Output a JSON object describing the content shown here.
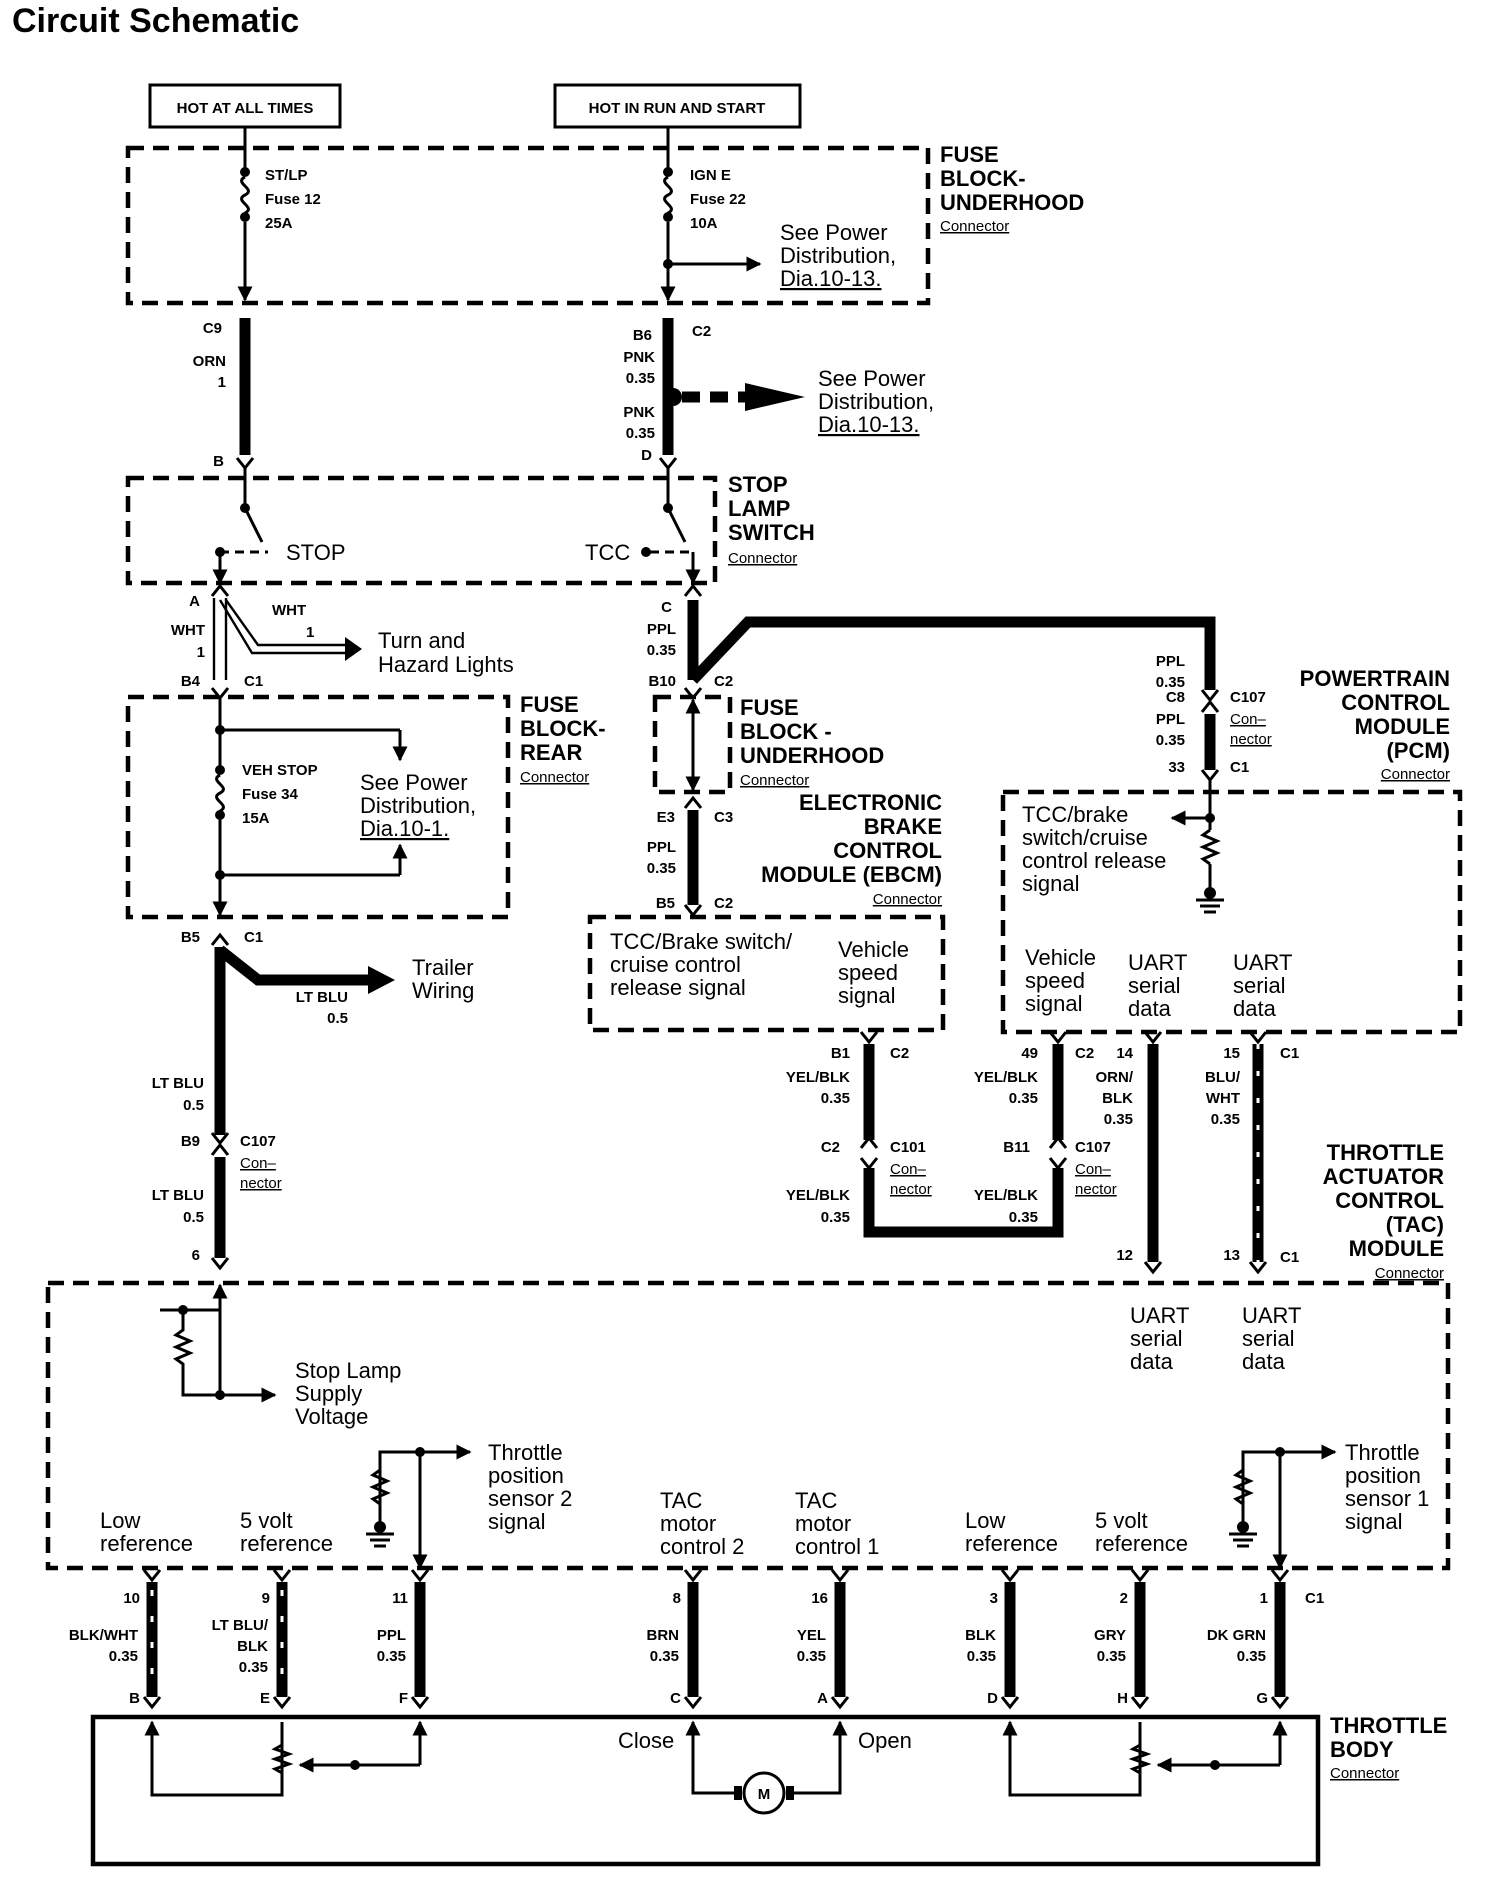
{
  "title": "Circuit Schematic",
  "power_sources": {
    "hot_all_times": "HOT AT ALL TIMES",
    "hot_run_start": "HOT IN RUN AND START"
  },
  "fuse_block_underhood": {
    "name": [
      "FUSE",
      "BLOCK-",
      "UNDERHOOD"
    ],
    "connector": "Connector",
    "fuse12": [
      "ST/LP",
      "Fuse 12",
      "25A"
    ],
    "fuse22": [
      "IGN E",
      "Fuse 22",
      "10A"
    ],
    "see_power": [
      "See Power",
      "Distribution,",
      "Dia.10-13."
    ]
  },
  "wires_top": {
    "c9": "C9",
    "orn": "ORN",
    "one": "1",
    "b": "B",
    "b6": "B6",
    "c2": "C2",
    "pnk": "PNK",
    "g035": "0.35",
    "d": "D",
    "see_power": [
      "See Power",
      "Distribution,",
      "Dia.10-13."
    ]
  },
  "stop_lamp_switch": {
    "name": [
      "STOP",
      "LAMP",
      "SWITCH"
    ],
    "connector": "Connector",
    "stop": "STOP",
    "tcc": "TCC"
  },
  "below_switch": {
    "a": "A",
    "wht": "WHT",
    "one": "1",
    "c": "C",
    "ppl": "PPL",
    "g035": "0.35",
    "b4": "B4",
    "c1": "C1",
    "b10": "B10",
    "c2": "C2",
    "turn_hazard": [
      "Turn and",
      "Hazard Lights"
    ]
  },
  "fuse_block_rear": {
    "name": [
      "FUSE",
      "BLOCK-",
      "REAR"
    ],
    "connector": "Connector",
    "fuse34": [
      "VEH STOP",
      "Fuse 34",
      "15A"
    ],
    "see_power": [
      "See Power",
      "Distribution,",
      "Dia.10-1."
    ],
    "b5": "B5",
    "c1": "C1"
  },
  "fuse_block_underhood2": {
    "name": [
      "FUSE",
      "BLOCK -",
      "UNDERHOOD"
    ],
    "connector": "Connector",
    "e3": "E3",
    "c3": "C3",
    "ppl": "PPL",
    "g035": "0.35",
    "b5": "B5",
    "c2": "C2"
  },
  "ebcm": {
    "name": [
      "ELECTRONIC",
      "BRAKE",
      "CONTROL",
      "MODULE (EBCM)"
    ],
    "connector": "Connector",
    "sig1": [
      "TCC/Brake switch/",
      "cruise control",
      "release signal"
    ],
    "sig2": [
      "Vehicle",
      "speed",
      "signal"
    ]
  },
  "pcm": {
    "name": [
      "POWERTRAIN",
      "CONTROL",
      "MODULE",
      "(PCM)"
    ],
    "connector": "Connector",
    "ppl": "PPL",
    "g035": "0.35",
    "c8": "C8",
    "c107": "C107",
    "connector_split": [
      "Con–",
      "nector"
    ],
    "pin33": "33",
    "c1": "C1",
    "tcc": [
      "TCC/brake",
      "switch/cruise",
      "control release",
      "signal"
    ],
    "vss": [
      "Vehicle",
      "speed",
      "signal"
    ],
    "uart": [
      "UART",
      "serial",
      "data"
    ]
  },
  "trailer": {
    "label": [
      "Trailer",
      "Wiring"
    ],
    "wire": "LT BLU",
    "gauge": "0.5"
  },
  "mid_wires": {
    "b1": "B1",
    "c2": "C2",
    "yelblk": "YEL/BLK",
    "g035": "0.35",
    "c101": "C101",
    "connector_split": [
      "Con–",
      "nector"
    ],
    "p49": "49",
    "b11": "B11",
    "c107": "C107",
    "p14": "14",
    "orn_blk": [
      "ORN/",
      "BLK"
    ],
    "p15": "15",
    "blu_wht": [
      "BLU/",
      "WHT"
    ],
    "c1": "C1",
    "p12": "12",
    "p13": "13"
  },
  "left_wire": {
    "ltblu": "LT BLU",
    "g05": "0.5",
    "b9": "B9",
    "c107": "C107",
    "connector_split": [
      "Con–",
      "nector"
    ],
    "p6": "6"
  },
  "tac": {
    "name": [
      "THROTTLE",
      "ACTUATOR",
      "CONTROL",
      "(TAC)",
      "MODULE"
    ],
    "connector": "Connector",
    "uart": [
      "UART",
      "serial",
      "data"
    ],
    "stop_supply": [
      "Stop Lamp",
      "Supply",
      "Voltage"
    ],
    "tps2": [
      "Throttle",
      "position",
      "sensor 2",
      "signal"
    ],
    "tps1": [
      "Throttle",
      "position",
      "sensor 1",
      "signal"
    ],
    "low_ref": [
      "Low",
      "reference"
    ],
    "five_ref": [
      "5 volt",
      "reference"
    ],
    "mc2": [
      "TAC",
      "motor",
      "control 2"
    ],
    "mc1": [
      "TAC",
      "motor",
      "control 1"
    ]
  },
  "bottom_pins": [
    {
      "pin": "10",
      "wire": [
        "BLK/WHT",
        "0.35"
      ],
      "term": "B"
    },
    {
      "pin": "9",
      "wire": [
        "LT BLU/",
        "BLK",
        "0.35"
      ],
      "term": "E"
    },
    {
      "pin": "11",
      "wire": [
        "PPL",
        "0.35"
      ],
      "term": "F"
    },
    {
      "pin": "8",
      "wire": [
        "BRN",
        "0.35"
      ],
      "term": "C"
    },
    {
      "pin": "16",
      "wire": [
        "YEL",
        "0.35"
      ],
      "term": "A"
    },
    {
      "pin": "3",
      "wire": [
        "BLK",
        "0.35"
      ],
      "term": "D"
    },
    {
      "pin": "2",
      "wire": [
        "GRY",
        "0.35"
      ],
      "term": "H"
    },
    {
      "pin": "1",
      "wire": [
        "DK GRN",
        "0.35"
      ],
      "term": "G"
    }
  ],
  "bottom_c1": "C1",
  "throttle_body": {
    "name": [
      "THROTTLE",
      "BODY"
    ],
    "connector": "Connector",
    "close": "Close",
    "open": "Open",
    "motor": "M"
  }
}
